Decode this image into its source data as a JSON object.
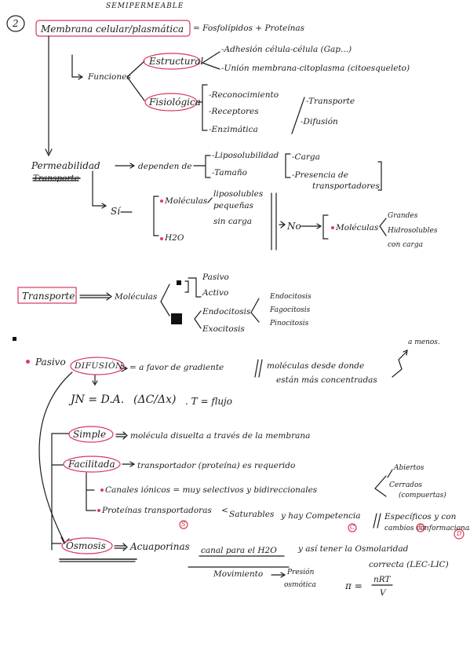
{
  "page_number": "2",
  "header_word": "SEMIPERMEABLE",
  "membrane": {
    "title": "Membrana celular/plasmática",
    "composition": "= Fosfolípidos + Proteínas",
    "functions_label": "Funciones",
    "structural": {
      "label": "Estructural",
      "items": [
        "-Adhesión célula-célula (Gap...)",
        "-Unión membrana-citoplasma (citoesqueleto)"
      ]
    },
    "physiological": {
      "label": "Fisiológica",
      "items": [
        "-Reconocimiento",
        "-Receptores",
        "-Enzimática"
      ],
      "side_items": [
        "-Transporte",
        "-Difusión"
      ]
    }
  },
  "permeability": {
    "label": "Permeabilidad",
    "struck_text": "Transporte",
    "depends": "dependen de",
    "factors": [
      "-Liposolubilidad",
      "-Tamaño"
    ],
    "factors2": [
      "-Carga",
      "-Presencia de",
      "transportadores"
    ],
    "yes_label": "Sí",
    "molecules_label": "Moléculas",
    "molecule_props": [
      "liposolubles",
      "pequeñas",
      "sin carga"
    ],
    "h2o": "H2O",
    "no_label": "No",
    "no_molecules": "Moléculas",
    "no_props": [
      "Grandes",
      "Hidrosolubles",
      "con carga"
    ]
  },
  "transport": {
    "label": "Transporte",
    "molecules": "Moléculas",
    "small": [
      "Pasivo",
      "Activo"
    ],
    "endocytosis": "Endocitosis",
    "exocytosis": "Exocitosis",
    "endo_types": [
      "Endocitosis",
      "Fagocitosis",
      "Pinocitosis"
    ],
    "passive": "Pasivo",
    "diffusion": "DIFUSIÓN",
    "gradient": "= a favor de gradiente",
    "desc1": "moléculas desde donde",
    "desc2": "están más concentradas",
    "to_less": "a menos.",
    "formula_lhs": "JN = D.A.",
    "formula_frac": "(ΔC/Δx)",
    "formula_rhs": ". T = flujo",
    "simple": "Simple",
    "simple_desc": "molécula disuelta a través de la membrana",
    "facilitated": "Facilitada",
    "facilitated_desc": "transportador (proteína) es requerido",
    "channels": "Canales iónicos = muy selectivos y bidireccionales",
    "channel_types": [
      "Abiertos",
      "Cerrados",
      "(compuertas)"
    ],
    "proteins": "Proteínas transportadoras",
    "saturable": "Saturables",
    "competence": "y hay Competencia",
    "specific": "Específicos y con",
    "changes": "cambios conformacionales",
    "osmosis": "Ósmosis",
    "aquaporins": "Acuaporinas",
    "aqua_desc": "canal para el H2O",
    "osmolarity": "y así tener la Osmolaridad",
    "correct": "correcta (LEC-LIC)",
    "movement": "Movimiento",
    "pressure": "Presión",
    "osmotic": "osmótica",
    "pi_lhs": "π =",
    "pi_num": "nRT",
    "pi_den": "V",
    "letters": [
      "S",
      "C",
      "E",
      "D"
    ]
  },
  "ink_colors": {
    "ink": "#1c1c1c",
    "highlight": "#e03a5a"
  }
}
